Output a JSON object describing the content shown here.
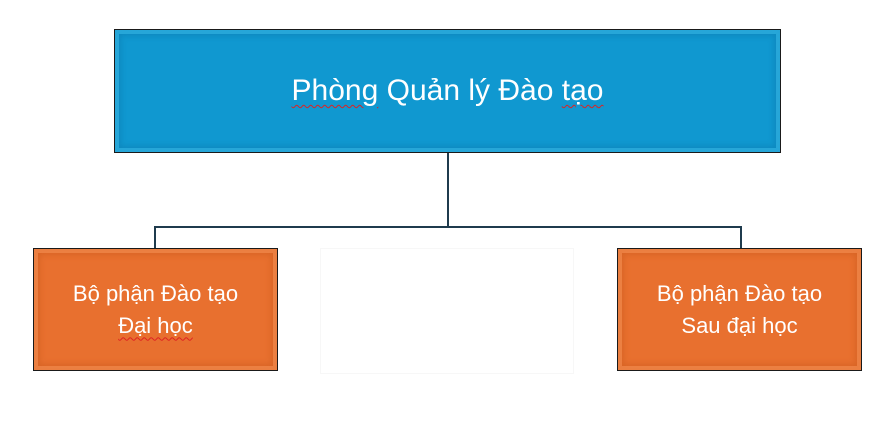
{
  "diagram": {
    "root": {
      "label_words": [
        "Phòng",
        "Quản",
        "lý",
        "Đào",
        "tạo"
      ]
    },
    "children": [
      {
        "line1": "Bộ phận Đào tạo",
        "line2": "Đại học"
      },
      {
        "line1": "Bộ phận Đào tạo",
        "line2": "Sau đại học"
      }
    ],
    "colors": {
      "root_fill": "#1098d0",
      "child_fill": "#e8702f",
      "connector": "#1f3b4d",
      "text": "#ffffff",
      "spellcheck_underline": "#dd2222"
    }
  }
}
